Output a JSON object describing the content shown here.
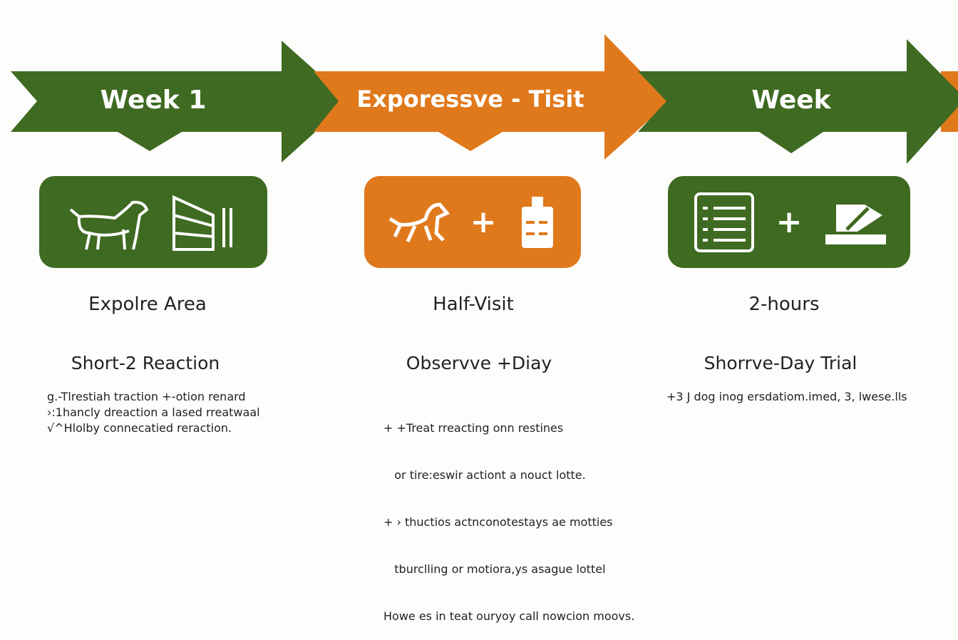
{
  "colors": {
    "green": "#3f6a21",
    "orange": "#e0791c"
  },
  "stages": [
    {
      "banner": "Week 1",
      "icons": [
        "dog-icon",
        "gate-icon"
      ],
      "title": "Expolre Area",
      "subtitle": "Short-2 Reaction",
      "lines": [
        "g.-Tlrestiah traction +-otion renard",
        "›:1hancly dreaction a lased rreatwaal",
        "√^Hlolby connecatied reraction."
      ]
    },
    {
      "banner": "Exporessve - Tisit",
      "icons": [
        "dog-icon",
        "crate-icon"
      ],
      "plus": "+",
      "title": "Half-Visit",
      "subtitle": "Observve +Diay",
      "lines": [
        "+ +Treat rreacting onn restines",
        "   or tire:eswir actiont a nouct lotte.",
        "+ › thuctios actnconotestays ae motties",
        "   tburclling or motiora,ys asague lottel",
        "Howe es in teat ouryoy call nowcion moovs."
      ]
    },
    {
      "banner": "Week",
      "icons": [
        "checklist-icon",
        "bed-icon"
      ],
      "plus": "+",
      "title": "2-hours",
      "subtitle": "Shorrve-Day Trial",
      "lines": [
        "+3 J dog inog ersdatiom.imed, 3, lwese.lls"
      ]
    }
  ]
}
